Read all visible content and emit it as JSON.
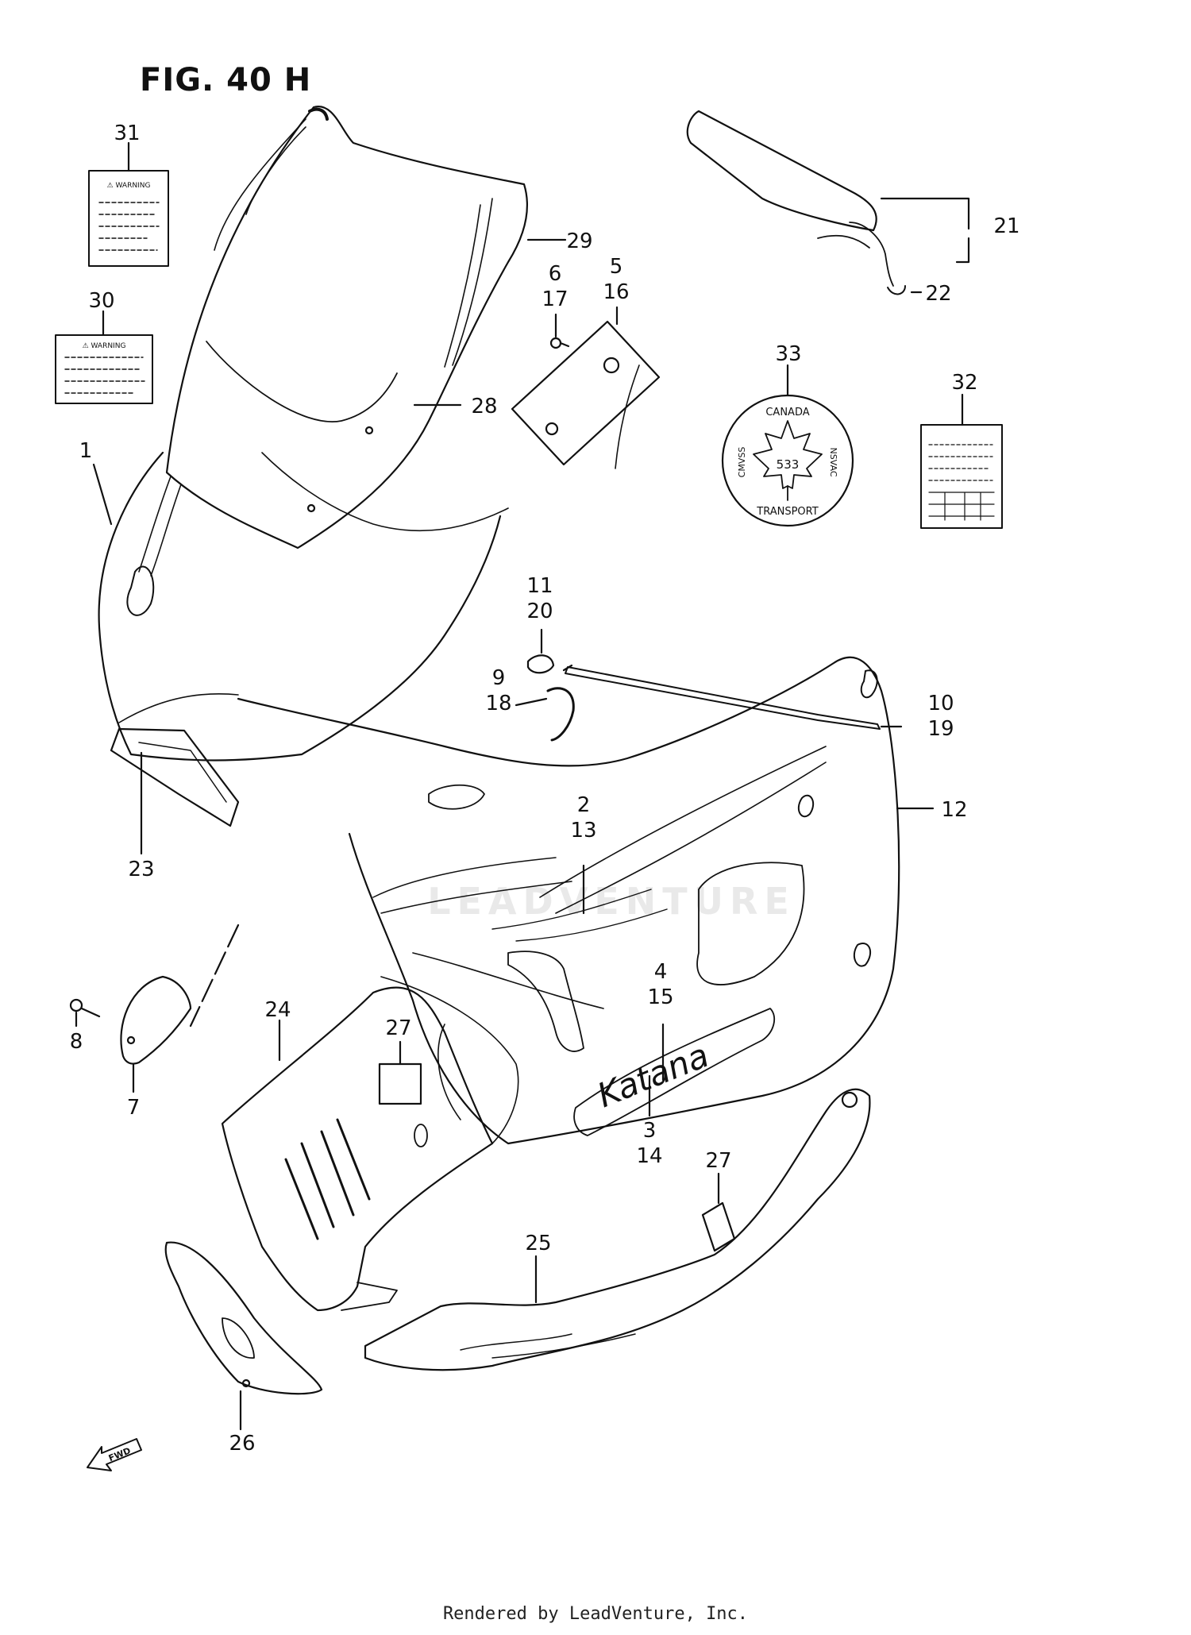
{
  "figure": {
    "title": "FIG. 40 H",
    "footer": "Rendered by LeadVenture, Inc.",
    "watermark": "LEADVENTURE"
  },
  "callouts": [
    {
      "id": "c1",
      "lines": [
        "1"
      ]
    },
    {
      "id": "c2",
      "lines": [
        "2",
        "13"
      ]
    },
    {
      "id": "c3",
      "lines": [
        "3",
        "14"
      ]
    },
    {
      "id": "c4",
      "lines": [
        "4",
        "15"
      ]
    },
    {
      "id": "c5",
      "lines": [
        "5",
        "16"
      ]
    },
    {
      "id": "c6",
      "lines": [
        "6",
        "17"
      ]
    },
    {
      "id": "c7",
      "lines": [
        "7"
      ]
    },
    {
      "id": "c8",
      "lines": [
        "8"
      ]
    },
    {
      "id": "c9",
      "lines": [
        "9",
        "18"
      ]
    },
    {
      "id": "c10",
      "lines": [
        "10",
        "19"
      ]
    },
    {
      "id": "c11",
      "lines": [
        "11",
        "20"
      ]
    },
    {
      "id": "c12",
      "lines": [
        "12"
      ]
    },
    {
      "id": "c21",
      "lines": [
        "21"
      ]
    },
    {
      "id": "c22",
      "lines": [
        "22"
      ]
    },
    {
      "id": "c23",
      "lines": [
        "23"
      ]
    },
    {
      "id": "c24",
      "lines": [
        "24"
      ]
    },
    {
      "id": "c25",
      "lines": [
        "25"
      ]
    },
    {
      "id": "c26",
      "lines": [
        "26"
      ]
    },
    {
      "id": "c27a",
      "lines": [
        "27"
      ]
    },
    {
      "id": "c27b",
      "lines": [
        "27"
      ]
    },
    {
      "id": "c28",
      "lines": [
        "28"
      ]
    },
    {
      "id": "c29",
      "lines": [
        "29"
      ]
    },
    {
      "id": "c30",
      "lines": [
        "30"
      ]
    },
    {
      "id": "c31",
      "lines": [
        "31"
      ]
    },
    {
      "id": "c32",
      "lines": [
        "32"
      ]
    },
    {
      "id": "c33",
      "lines": [
        "33"
      ]
    }
  ],
  "labels": {
    "warning_31": "⚠ WARNING",
    "warning_30": "⚠ WARNING",
    "canada_top": "CANADA",
    "canada_bottom": "TRANSPORT",
    "canada_left": "CMVSS",
    "canada_right": "NSVAC",
    "canada_number": "533",
    "model_script": "Katana",
    "fwd_arrow": "FWD"
  }
}
